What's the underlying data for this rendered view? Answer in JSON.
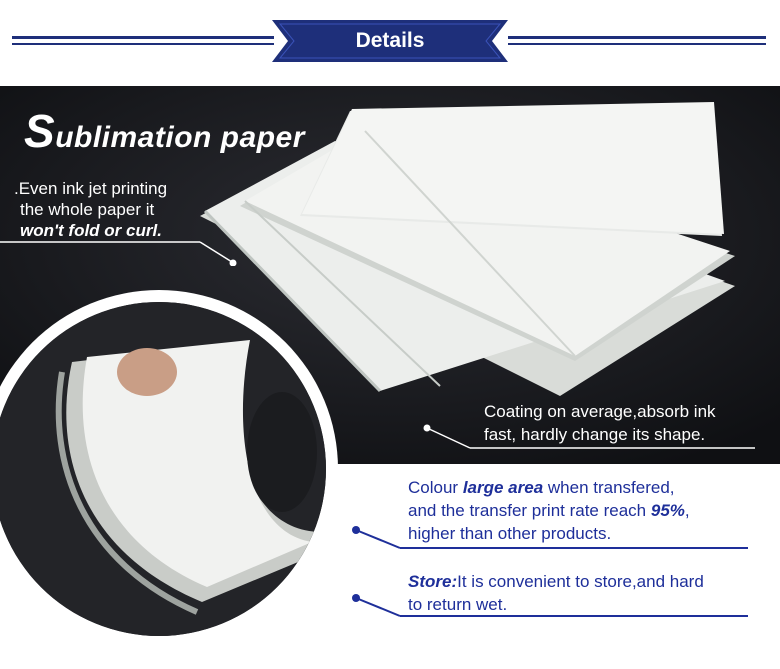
{
  "header": {
    "title": "Details"
  },
  "panel": {
    "title_first": "S",
    "title_rest": "ublimation paper",
    "note1": {
      "line1": ".Even ink jet printing",
      "line2": "the whole paper it",
      "line3": "won't fold or curl."
    },
    "note2": {
      "line1": "Coating on average,absorb ink",
      "line2": "fast, hardly change its shape."
    }
  },
  "bullets": [
    {
      "lead": "Colour ",
      "strong": "large area",
      "rest": " when transfered,",
      "line2a": "and the transfer print rate reach ",
      "line2b": "95%",
      "line2c": ",",
      "line3": "higher than other products."
    },
    {
      "strong": "Store:",
      "rest": "It is convenient to store,and hard",
      "line2": "to return wet."
    }
  ],
  "colors": {
    "accent": "#1e2f7a",
    "bullet_text": "#1e2f9a",
    "panel_bg": "#17181c"
  }
}
